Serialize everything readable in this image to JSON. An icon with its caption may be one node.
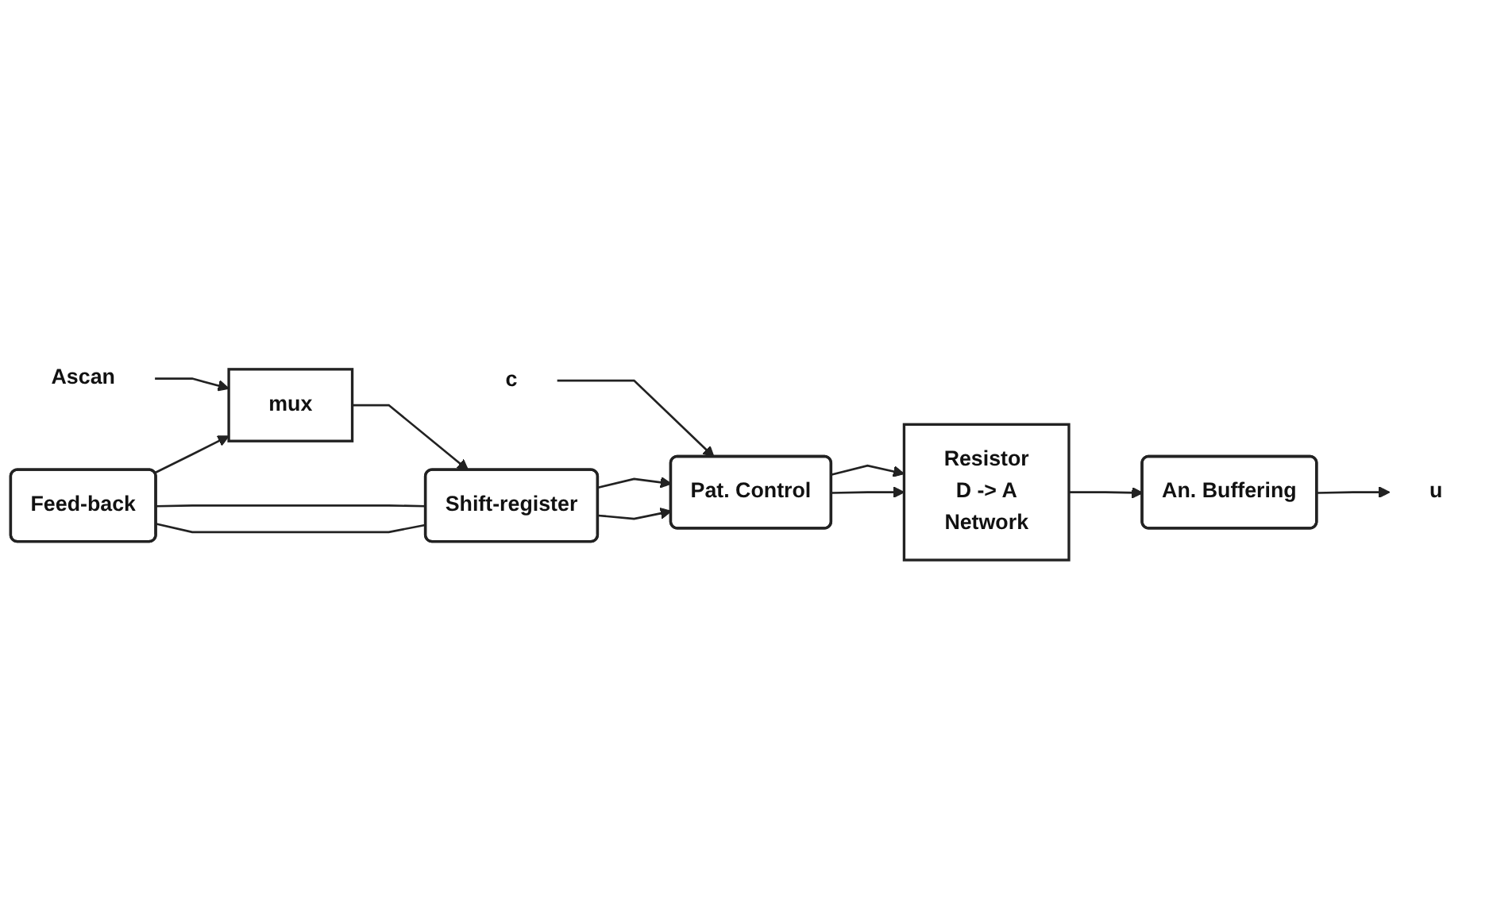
{
  "diagram": {
    "nodes": [
      {
        "text": [
          "Ascan"
        ]
      },
      {
        "text": [
          "c"
        ]
      },
      {
        "text": [
          "mux"
        ]
      },
      {
        "text": [
          "Feed-back"
        ]
      },
      {
        "text": [
          "Shift-register"
        ]
      },
      {
        "text": [
          "Pat. Control"
        ]
      },
      {
        "text": [
          "Resistor",
          "D -> A",
          "Network"
        ]
      },
      {
        "text": [
          "An. Buffering"
        ]
      },
      {
        "text": [
          "u"
        ]
      }
    ],
    "edges": [
      {
        "from": 0,
        "to": 2,
        "arrow": "to"
      },
      {
        "from": 3,
        "to": 2,
        "arrow": "to"
      },
      {
        "from": 2,
        "to": 4,
        "arrow": "to"
      },
      {
        "from": 1,
        "to": 5,
        "arrow": "to"
      },
      {
        "from": 3,
        "to": 4,
        "arrow": "none"
      },
      {
        "from": 3,
        "to": 4,
        "arrow": "none"
      },
      {
        "from": 4,
        "to": 5,
        "arrow": "to"
      },
      {
        "from": 4,
        "to": 5,
        "arrow": "to"
      },
      {
        "from": 5,
        "to": 6,
        "arrow": "to"
      },
      {
        "from": 5,
        "to": 6,
        "arrow": "to"
      },
      {
        "from": 6,
        "to": 7,
        "arrow": "to"
      },
      {
        "from": 7,
        "to": 8,
        "arrow": "to"
      }
    ]
  }
}
